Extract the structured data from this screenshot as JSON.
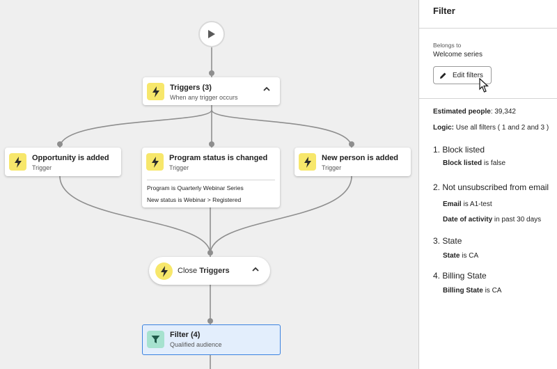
{
  "canvas": {
    "trigger_group": {
      "title": "Triggers (3)",
      "subtitle": "When any trigger occurs"
    },
    "triggers": [
      {
        "title": "Opportunity is added",
        "subtitle": "Trigger"
      },
      {
        "title": "Program status is changed",
        "subtitle": "Trigger",
        "conditions": [
          "Program is Quarterly Webinar Series",
          "New status is Webinar > Registered"
        ]
      },
      {
        "title": "New person is added",
        "subtitle": "Trigger"
      }
    ],
    "close_pill": {
      "prefix": "Close",
      "bold": "Triggers"
    },
    "filter_node": {
      "title": "Filter (4)",
      "subtitle": "Qualified audience"
    }
  },
  "panel": {
    "title": "Filter",
    "belongs_label": "Belongs to",
    "belongs_value": "Welcome series",
    "edit_button": "Edit filters",
    "estimated_label": "Estimated people",
    "estimated_value": ": 39,342",
    "logic_label": "Logic:",
    "logic_value": " Use all filters ( 1 and 2 and 3 )",
    "rules": [
      {
        "heading": "1. Block listed",
        "lines": [
          {
            "bold": "Block listed",
            "rest": " is false"
          }
        ]
      },
      {
        "heading": "2. Not unsubscribed from email",
        "lines": [
          {
            "bold": "Email",
            "rest": " is A1-test"
          },
          {
            "bold": "Date of activity",
            "rest": " in past 30 days"
          }
        ]
      },
      {
        "heading": "3. State",
        "lines": [
          {
            "bold": "State",
            "rest": " is CA"
          }
        ]
      },
      {
        "heading": "4. Billing State",
        "lines": [
          {
            "bold": "Billing State",
            "rest": " is CA"
          }
        ]
      }
    ]
  },
  "icons": {
    "play": "play-icon",
    "bolt": "lightning-bolt-icon",
    "chevron": "chevron-up-icon",
    "filter": "funnel-icon",
    "pencil": "pencil-icon",
    "cursor": "mouse-pointer-icon"
  },
  "colors": {
    "trigger_badge": "#f7e76b",
    "filter_badge": "#a6e2cf",
    "selected_border": "#3a82e0",
    "selected_fill": "#e3eefc"
  }
}
